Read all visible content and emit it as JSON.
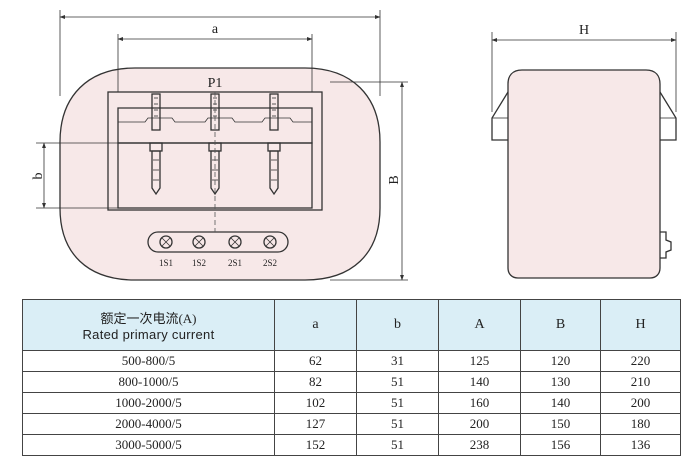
{
  "labels": {
    "dim_a": "a",
    "dim_b": "b",
    "dim_B": "B",
    "dim_H": "H",
    "primary_terminal": "P1",
    "terminals": [
      "1S1",
      "1S2",
      "2S1",
      "2S2"
    ]
  },
  "table": {
    "header_cn": "额定一次电流(A)",
    "header_en": "Rated primary current",
    "columns": [
      "a",
      "b",
      "A",
      "B",
      "H"
    ],
    "rows": [
      {
        "current": "500-800/5",
        "a": "62",
        "b": "31",
        "A": "125",
        "B": "120",
        "H": "220"
      },
      {
        "current": "800-1000/5",
        "a": "82",
        "b": "51",
        "A": "140",
        "B": "130",
        "H": "210"
      },
      {
        "current": "1000-2000/5",
        "a": "102",
        "b": "51",
        "A": "160",
        "B": "140",
        "H": "200"
      },
      {
        "current": "2000-4000/5",
        "a": "127",
        "b": "51",
        "A": "200",
        "B": "150",
        "H": "180"
      },
      {
        "current": "3000-5000/5",
        "a": "152",
        "b": "51",
        "A": "238",
        "B": "156",
        "H": "136"
      }
    ]
  }
}
